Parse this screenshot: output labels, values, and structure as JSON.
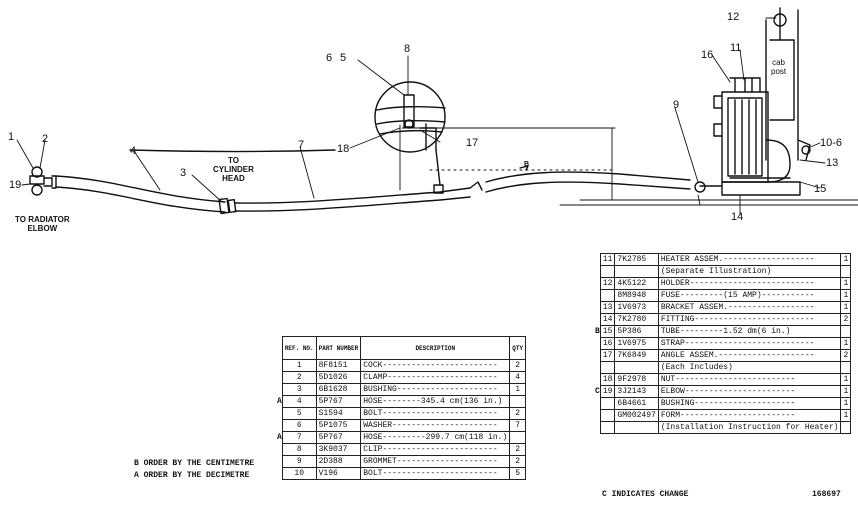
{
  "callouts": {
    "c1": "1",
    "c2": "2",
    "c3": "3",
    "c4": "4",
    "c5": "5",
    "c6": "6",
    "c7": "7",
    "c8": "8",
    "c9": "9",
    "c11": "11",
    "c12": "12",
    "c13": "13",
    "c14": "14",
    "c15": "15",
    "c16": "16",
    "c17": "17",
    "c18": "18",
    "c19": "19",
    "c10_6": "10-6"
  },
  "notes": {
    "cylinder_head": "TO\nCYLINDER\nHEAD",
    "radiator_elbow": "TO RADIATOR\nELBOW",
    "cab_post": "cab\npost",
    "label_b": "B"
  },
  "legend": {
    "centimetre": "ORDER BY THE CENTIMETRE",
    "decimetre": "ORDER BY THE DECIMETRE",
    "centimetre_symbol": "B",
    "decimetre_symbol": "A"
  },
  "table_left": {
    "headers": {
      "ref": "REF. NO.",
      "part": "PART NUMBER",
      "desc": "DESCRIPTION",
      "qty": "QTY"
    },
    "rows": [
      {
        "mark": "",
        "ref": "1",
        "part": "8F8151",
        "desc": "COCK------------------------",
        "qty": "2"
      },
      {
        "mark": "",
        "ref": "2",
        "part": "5D1026",
        "desc": "CLAMP-----------------------",
        "qty": "4"
      },
      {
        "mark": "",
        "ref": "3",
        "part": "6B1628",
        "desc": "BUSHING---------------------",
        "qty": "1"
      },
      {
        "mark": "A",
        "ref": "4",
        "part": "5P767",
        "desc": "HOSE--------345.4 cm(136 in.)",
        "qty": ""
      },
      {
        "mark": "",
        "ref": "5",
        "part": "S1594",
        "desc": "BOLT------------------------",
        "qty": "2"
      },
      {
        "mark": "",
        "ref": "6",
        "part": "5P1075",
        "desc": "WASHER----------------------",
        "qty": "7"
      },
      {
        "mark": "A",
        "ref": "7",
        "part": "5P767",
        "desc": "HOSE---------299.7 cm(118 in.)",
        "qty": ""
      },
      {
        "mark": "",
        "ref": "8",
        "part": "3K9037",
        "desc": "CLIP------------------------",
        "qty": "2"
      },
      {
        "mark": "",
        "ref": "9",
        "part": "2D388",
        "desc": "GROMMET---------------------",
        "qty": "2"
      },
      {
        "mark": "",
        "ref": "10",
        "part": "V196",
        "desc": "BOLT------------------------",
        "qty": "5"
      }
    ]
  },
  "table_right": {
    "rows": [
      {
        "mark": "",
        "ref": "11",
        "part": "7K2785",
        "desc": "HEATER ASSEM.-------------------",
        "qty": "1"
      },
      {
        "mark": "",
        "ref": "",
        "part": "",
        "desc": "(Separate Illustration)",
        "qty": ""
      },
      {
        "mark": "",
        "ref": "12",
        "part": "4K5122",
        "desc": "HOLDER--------------------------",
        "qty": "1"
      },
      {
        "mark": "",
        "ref": "",
        "part": "8M8948",
        "desc": "FUSE---------(15 AMP)-----------",
        "qty": "1"
      },
      {
        "mark": "",
        "ref": "13",
        "part": "1V6973",
        "desc": "BRACKET ASSEM.------------------",
        "qty": "1"
      },
      {
        "mark": "",
        "ref": "14",
        "part": "7K2780",
        "desc": "FITTING-------------------------",
        "qty": "2"
      },
      {
        "mark": "B",
        "ref": "15",
        "part": "5P386",
        "desc": "TUBE---------1.52 dm(6 in.)",
        "qty": ""
      },
      {
        "mark": "",
        "ref": "16",
        "part": "1V6975",
        "desc": "STRAP---------------------------",
        "qty": "1"
      },
      {
        "mark": "",
        "ref": "17",
        "part": "7K6849",
        "desc": "ANGLE ASSEM.--------------------",
        "qty": "2"
      },
      {
        "mark": "",
        "ref": "",
        "part": "",
        "desc": "(Each Includes)",
        "qty": ""
      },
      {
        "mark": "",
        "ref": "18",
        "part": "9F2978",
        "desc": "NUT-------------------------",
        "qty": "1"
      },
      {
        "mark": "C",
        "ref": "19",
        "part": "3J2143",
        "desc": "ELBOW-----------------------",
        "qty": "1"
      },
      {
        "mark": "",
        "ref": "",
        "part": "6B4661",
        "desc": "BUSHING---------------------",
        "qty": "1"
      },
      {
        "mark": "",
        "ref": "",
        "part": "GM002497",
        "desc": "FORM------------------------",
        "qty": "1"
      },
      {
        "mark": "",
        "ref": "",
        "part": "",
        "desc": "(Installation Instruction for Heater)",
        "qty": ""
      }
    ]
  },
  "footer": {
    "change_note": "C INDICATES CHANGE",
    "doc_number": "168697"
  }
}
